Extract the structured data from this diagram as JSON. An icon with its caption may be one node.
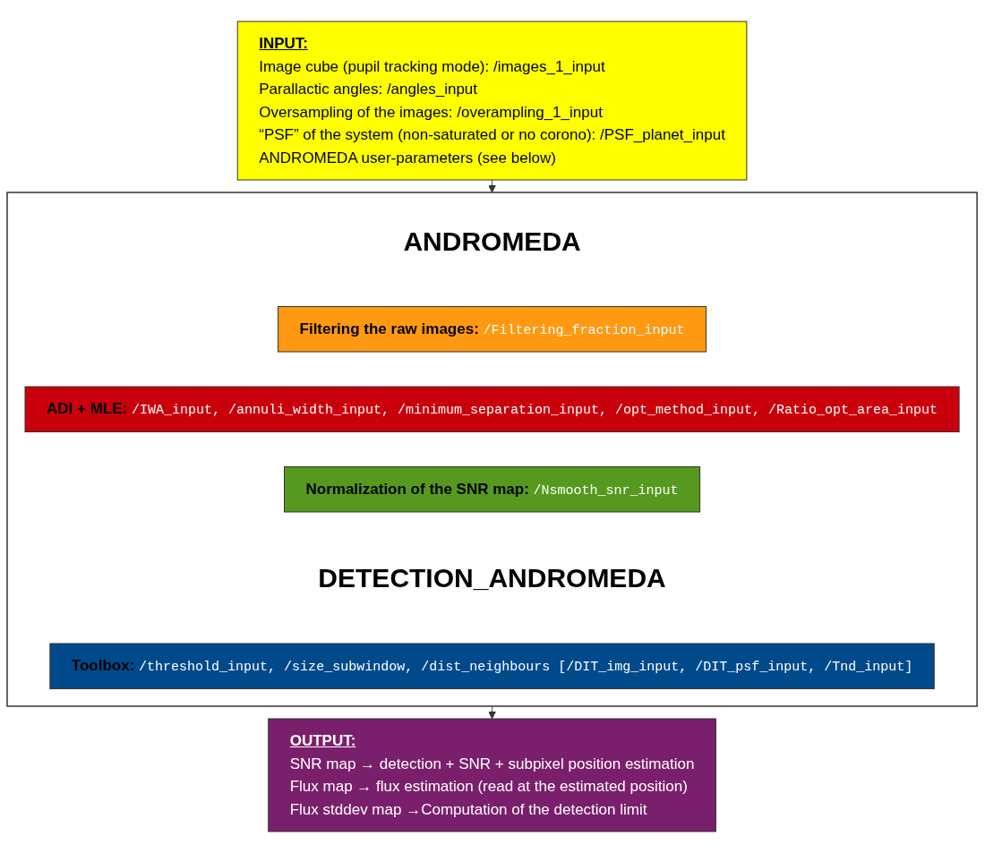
{
  "diagram": {
    "nodes": [
      {
        "text": [
          "INPUT:",
          "Image cube (pupil tracking mode): /images_1_input",
          "Parallactic angles: /angles_input",
          "Oversampling of the images: /overampling_1_input",
          "“PSF” of the system (non-saturated or no corono): /PSF_planet_input",
          "ANDROMEDA user-parameters (see below)"
        ]
      },
      {
        "text": [],
        "shape": "box"
      },
      {
        "text": [
          "ANDROMEDA"
        ],
        "in": 1
      },
      {
        "text": [
          "Filtering the raw images:",
          "/Filtering_fraction_input"
        ],
        "in": 1
      },
      {
        "text": [
          "ADI  + MLE:",
          "/IWA_input, /annuli_width_input, /minimum_separation_input, /opt_method_input, /Ratio_opt_area_input"
        ],
        "in": 1
      },
      {
        "text": [
          "Normalization of the SNR map:",
          "/Nsmooth_snr_input"
        ],
        "in": 1
      },
      {
        "text": [
          "DETECTION_ANDROMEDA"
        ],
        "in": 1
      },
      {
        "text": [
          "Toolbox:",
          "/threshold_input, /size_subwindow, /dist_neighbours [/DIT_img_input, /DIT_psf_input, /Tnd_input]"
        ],
        "in": 1
      },
      {
        "text": [
          "OUTPUT:",
          "SNR map → detection + SNR + subpixel position estimation",
          "Flux map → flux estimation (read at the estimated position)",
          "Flux stddev map →Computation of the detection limit"
        ]
      }
    ],
    "edges": [
      {
        "from": 0,
        "to": 1,
        "arrow": "to"
      },
      {
        "from": 1,
        "to": 8,
        "arrow": "to"
      }
    ]
  }
}
